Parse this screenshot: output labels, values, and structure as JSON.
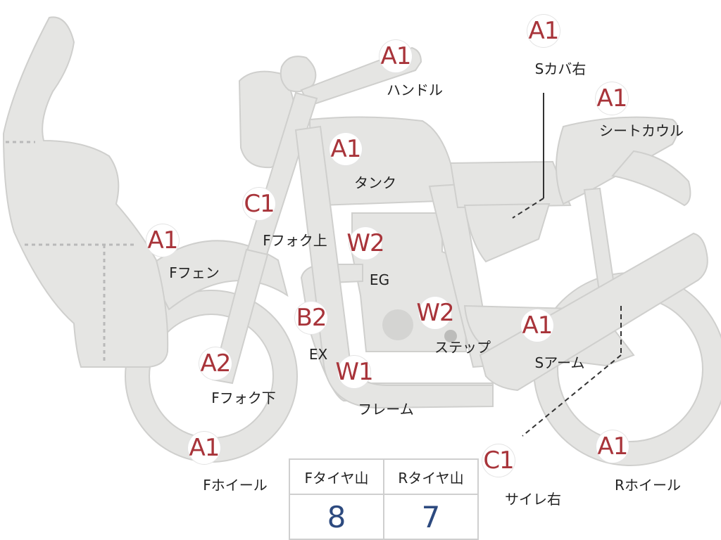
{
  "parts": [
    {
      "id": "handle",
      "grade": "A1",
      "label": "ハンドル"
    },
    {
      "id": "s-cover",
      "grade": "A1",
      "label": "Sカバ右"
    },
    {
      "id": "seat-cowl",
      "grade": "A1",
      "label": "シートカウル"
    },
    {
      "id": "tank",
      "grade": "A1",
      "label": "タンク"
    },
    {
      "id": "f-fork-up",
      "grade": "C1",
      "label": "Fフォク上"
    },
    {
      "id": "f-fender",
      "grade": "A1",
      "label": "Fフェン"
    },
    {
      "id": "eg",
      "grade": "W2",
      "label": "EG"
    },
    {
      "id": "ex",
      "grade": "B2",
      "label": "EX"
    },
    {
      "id": "step",
      "grade": "W2",
      "label": "ステップ"
    },
    {
      "id": "s-arm",
      "grade": "A1",
      "label": "Sアーム"
    },
    {
      "id": "f-fork-down",
      "grade": "A2",
      "label": "Fフォク下"
    },
    {
      "id": "frame",
      "grade": "W1",
      "label": "フレーム"
    },
    {
      "id": "f-wheel",
      "grade": "A1",
      "label": "Fホイール"
    },
    {
      "id": "silencer",
      "grade": "C1",
      "label": "サイレ右"
    },
    {
      "id": "r-wheel",
      "grade": "A1",
      "label": "Rホイール"
    }
  ],
  "tire_table": {
    "headers": [
      "Fタイヤ山",
      "Rタイヤ山"
    ],
    "values": [
      "8",
      "7"
    ]
  },
  "colors": {
    "grade": "#a8343a",
    "part_fill": "#e5e5e3",
    "tire_value": "#2d4a7f"
  }
}
